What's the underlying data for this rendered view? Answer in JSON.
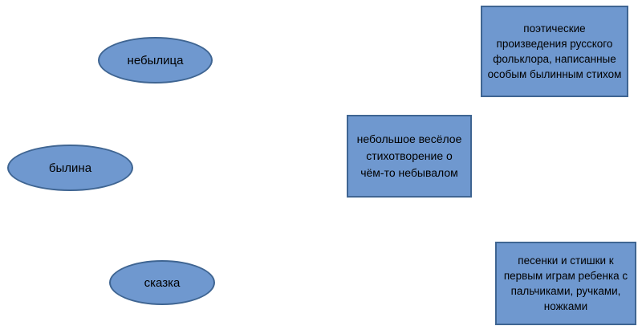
{
  "terms": {
    "nebylitsa": "небылица",
    "bylina": "былина",
    "skazka": "сказка"
  },
  "definitions": {
    "poetic_works": "поэтические произведения русского фольклора, написанные особым былинным стихом",
    "small_poem": "небольшое весёлое стихотворение о чём-то небывалом",
    "songs_rhymes": "песенки и стишки к первым играм ребенка с пальчиками, ручками, ножками"
  },
  "colors": {
    "shape_fill": "#6f98cf",
    "shape_border": "#3f6592"
  }
}
